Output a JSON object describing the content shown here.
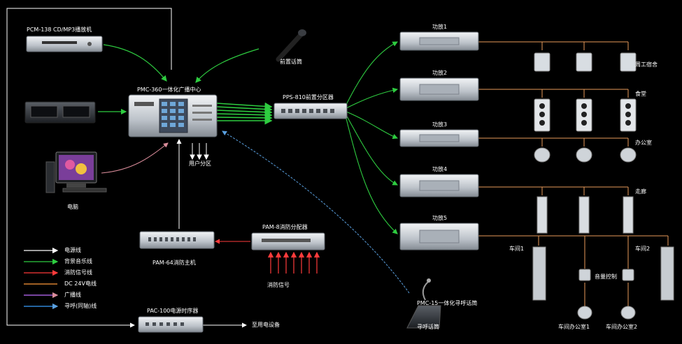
{
  "devices": {
    "cd_player": "PCM-138 CD/MP3播放机",
    "mic_top": "前置话筒",
    "central": "PMC-360一体化广播中心",
    "zone_splitter": "PPS-810前置分区器",
    "cassette": "",
    "computer": "电脑",
    "user_zones": "用户分区",
    "fire_host": "PAM-64消防主机",
    "fire_sequencer": "PAM-8消防分配器",
    "fire_signal": "消防信号",
    "timer": "PAC-100电源时序器",
    "power_out": "至用电设备",
    "paging_mic": "PMC-15一体化寻呼话筒",
    "paging_mic_sub": "寻呼话筒"
  },
  "amps": [
    "功放1",
    "功放2",
    "功放3",
    "功放4",
    "功放5"
  ],
  "zones": {
    "z1": "周工宿舍",
    "z2": "食堂",
    "z3": "办公室",
    "z4": "走廊",
    "z5a": "车间1",
    "z5b": "车间2",
    "vol": "音量控制",
    "o1": "车间办公室1",
    "o2": "车间办公室2"
  },
  "legend": [
    {
      "label": "电源线",
      "color": "#ffffff"
    },
    {
      "label": "背景音乐线",
      "color": "#2ecc40"
    },
    {
      "label": "消防信号线",
      "color": "#ff3b3b"
    },
    {
      "label": "DC 24V电线",
      "color": "#ff9a3b"
    },
    {
      "label": "广播线",
      "color": "#c06cff"
    },
    {
      "label": "寻呼(同轴)线",
      "color": "#3aa0ff"
    }
  ],
  "colors": {
    "wire_white": "#ffffff",
    "wire_green": "#2ecc40",
    "wire_red": "#ff3b3b",
    "wire_orange": "#e89a5a",
    "wire_pink": "#d98c9a",
    "wire_blue": "#5aa0e0"
  }
}
